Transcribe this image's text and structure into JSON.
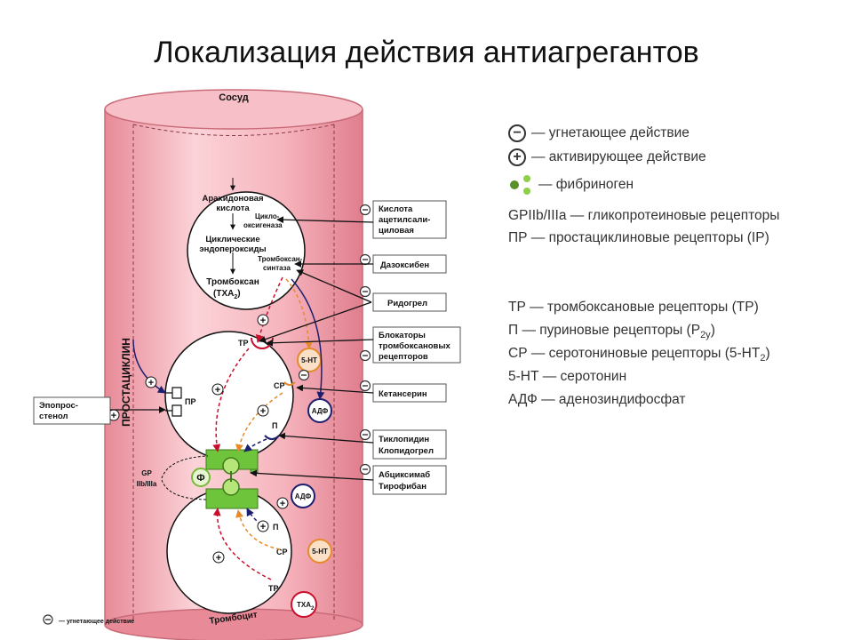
{
  "title": "Локализация действия антиагрегантов",
  "vessel": {
    "label": "Сосуд",
    "side_label": "ПРОСТАЦИКЛИН",
    "bottom_label": "Тромбоцит",
    "footnote": "— угнетающее действие"
  },
  "cell_top": {
    "line1": "Арахидоновая",
    "line2": "кислота",
    "enzyme1_line1": "Цикло-",
    "enzyme1_line2": "оксигеназа",
    "line3": "Циклические",
    "line4": "эндопероксиды",
    "enzyme2_line1": "Тромбоксан-",
    "enzyme2_line2": "синтаза",
    "txa_line1": "Тромбоксан",
    "txa_line2": "(TXA",
    "txa_sub": "2",
    "txa_close": ")"
  },
  "platelet_labels": {
    "tp": "ТР",
    "cp": "СР",
    "pr": "ПР",
    "p": "П",
    "ht": "5-НТ",
    "adp": "АДФ",
    "f": "Ф",
    "gp1": "GP",
    "gp2": "IIb/IIIa",
    "plus": "+",
    "minus": "−",
    "tp2": "ТР",
    "cp2": "СР",
    "p2": "П",
    "ht2": "5-НТ",
    "adp2": "АДФ",
    "txa2": "TXA",
    "txa2_sub": "2"
  },
  "drugs": {
    "d1_line1": "Кислота",
    "d1_line2": "ацетилсали-",
    "d1_line3": "циловая",
    "d2": "Дазоксибен",
    "d3": "Ридогрел",
    "d4_line1": "Блокаторы",
    "d4_line2": "тромбоксановых",
    "d4_line3": "рецепторов",
    "d5": "Кетансерин",
    "d6_line1": "Тиклопидин",
    "d6_line2": "Клопидогрел",
    "d7_line1": "Абциксимаб",
    "d7_line2": "Тирофибан",
    "d8_line1": "Эпопрос-",
    "d8_line2": "стенол"
  },
  "legend": {
    "inhibit": "— угнетающее действие",
    "activate": "— активирующее действие",
    "fibrinogen": "— фибриноген",
    "gp": "GPIIb/IIIa — гликопротеиновые рецепторы",
    "pr": "ПР — простациклиновые рецепторы (IP)",
    "tp": "ТР — тромбоксановые рецепторы (ТР)",
    "p_a": "П — пуриновые рецепторы (Р",
    "p_sub": "2у",
    "p_b": ")",
    "cp_a": "СР — серотониновые рецепторы (5-НТ",
    "cp_sub": "2",
    "cp_b": ")",
    "ht": "5-НТ — серотонин",
    "adp": "АДФ — аденозиндифосфат"
  },
  "colors": {
    "vessel_fill": "#f3a6b0",
    "vessel_edge": "#c96b78",
    "fibrinogen": "#7ab83a",
    "gp_receptor": "#6ec43a",
    "enzyme_green": "#0a9a3a",
    "txa_red": "#c8102e",
    "arrow_orange": "#e58a2a",
    "arrow_navy": "#1b1f6e"
  }
}
